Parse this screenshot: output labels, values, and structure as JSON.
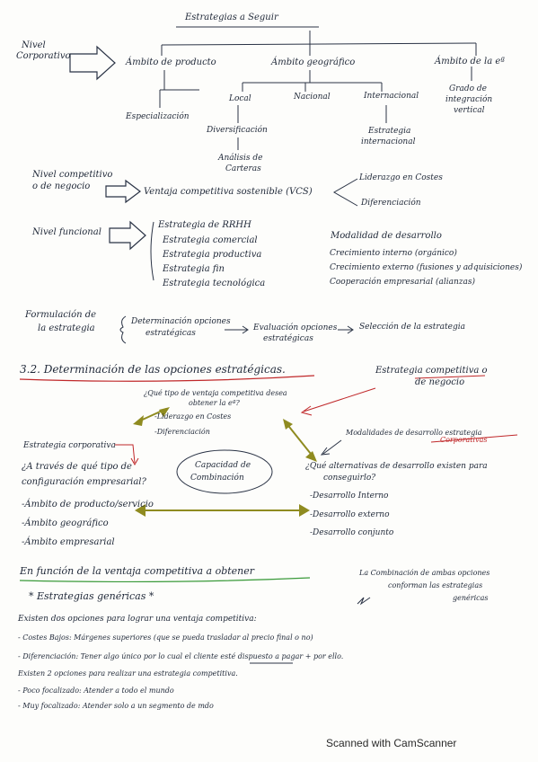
{
  "title": "Estrategias a Seguir",
  "corporate": {
    "level": [
      "Nivel",
      "Corporativo"
    ],
    "scope_product": "Ámbito de producto",
    "scope_geo": "Ámbito geográfico",
    "scope_company": "Ámbito de la eª",
    "specialization": "Especialización",
    "local": "Local",
    "national": "Nacional",
    "international": "Internacional",
    "diversification": "Diversificación",
    "portfolio": [
      "Análisis de",
      "Carteras"
    ],
    "intl_strategy": [
      "Estrategia",
      "internacional"
    ],
    "vertical": [
      "Grado de",
      "integración",
      "vertical"
    ]
  },
  "competitive": {
    "level": [
      "Nivel competitivo",
      "o de negocio"
    ],
    "ventaja": "Ventaja competitiva sostenible (VCS)",
    "leadership": "Liderazgo en Costes",
    "differentiation": "Diferenciación"
  },
  "functional": {
    "level": "Nivel funcional",
    "items": [
      "Estrategia de RRHH",
      "Estrategia comercial",
      "Estrategia productiva",
      "Estrategia fin",
      "Estrategia tecnológica"
    ],
    "modalidad_title": "Modalidad de desarrollo",
    "modalidad_items": [
      "Crecimiento interno (orgánico)",
      "Crecimiento externo (fusiones y adquisiciones)",
      "Cooperación empresarial (alianzas)"
    ]
  },
  "formulation": {
    "label": [
      "Formulación de",
      "la estrategia"
    ],
    "step1": [
      "Determinación opciones",
      "estratégicas"
    ],
    "step2": [
      "Evaluación opciones",
      "estratégicas"
    ],
    "step3": "Selección de la estrategia"
  },
  "section": {
    "heading": "3.2. Determinación de las opciones estratégicas.",
    "competitive_box": [
      "Estrategia competitiva o",
      "de negocio"
    ],
    "question_vc": [
      "¿Qué tipo de ventaja competitiva desea",
      "obtener la eª?"
    ],
    "vc_options": [
      "-Liderazgo en Costes",
      "-Diferenciación"
    ],
    "modalidad_corp": [
      "Modalidades de desarrollo estrategia",
      "Corporativas"
    ],
    "estrategia_corp": "Estrategia corporativa",
    "question_config": [
      "¿A través de qué tipo de",
      "configuración empresarial?"
    ],
    "config_items": [
      "-Ámbito de producto/servicio",
      "-Ámbito geográfico",
      "-Ámbito empresarial"
    ],
    "capacity": [
      "Capacidad de",
      "Combinación"
    ],
    "question_dev": [
      "¿Qué alternativas de desarrollo existen para",
      "conseguirlo?"
    ],
    "dev_items": [
      "-Desarrollo Interno",
      "-Desarrollo externo",
      "-Desarrollo conjunto"
    ]
  },
  "bottom": {
    "heading": "En función de la ventaja competitiva a obtener",
    "combination_note": [
      "La Combinación de ambas opciones",
      "conforman las estrategias",
      "genéricas"
    ],
    "generic": "* Estrategias genéricas *",
    "lines": [
      "Existen dos opciones para lograr una ventaja competitiva:",
      "- Costes Bajos: Márgenes superiores (que se pueda trasladar al precio final o no)",
      "- Diferenciación: Tener algo único por lo cual el cliente esté dispuesto a pagar + por ello.",
      "Existen 2 opciones para realizar una estrategia competitiva.",
      "- Poco focalizado: Atender a todo el mundo",
      "- Muy focalizado: Atender solo a un segmento de mdo"
    ]
  },
  "footer": "Scanned with CamScanner"
}
